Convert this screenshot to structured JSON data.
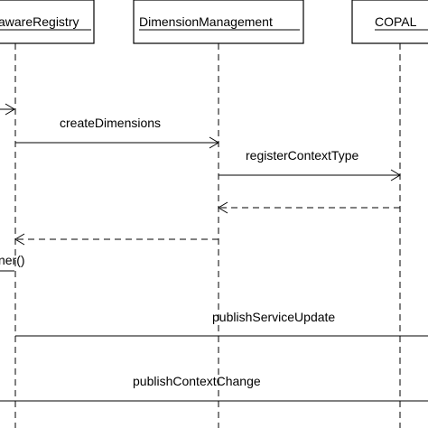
{
  "participants": [
    {
      "id": "aware-registry",
      "label": "awareRegistry"
    },
    {
      "id": "dimension-management",
      "label": "DimensionManagement"
    },
    {
      "id": "copal",
      "label": "COPAL"
    }
  ],
  "messages": {
    "create_dimensions": "createDimensions",
    "register_context_type": "registerContextType",
    "call_fragment": "ner()",
    "publish_service_update": "publishServiceUpdate",
    "publish_context_change": "publishContextChange"
  }
}
